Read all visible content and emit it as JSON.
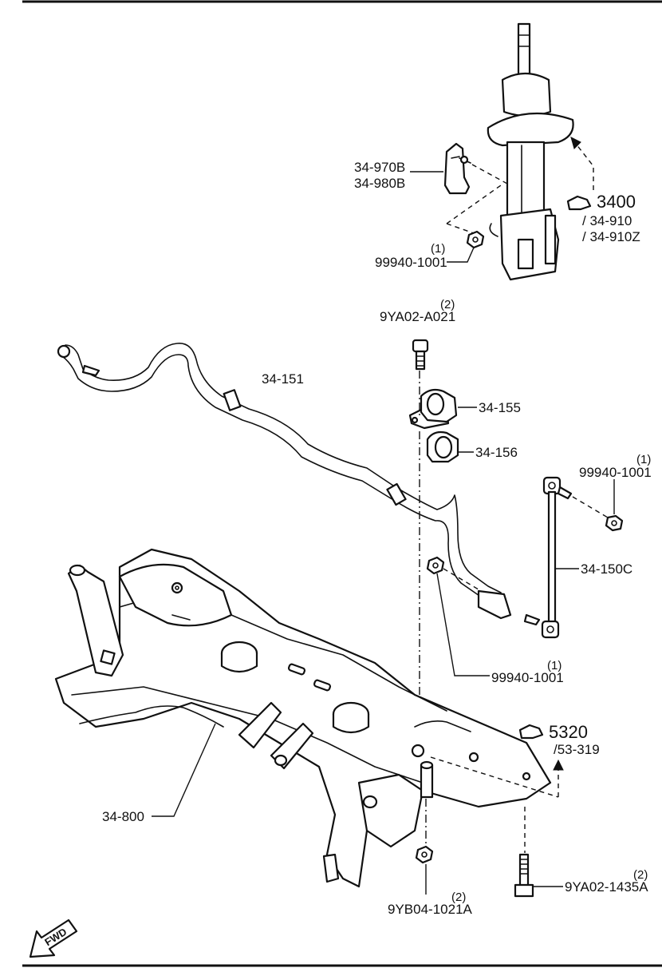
{
  "callouts": {
    "c_34970B": "34-970B",
    "c_34980B": "34-980B",
    "c_3400": "3400",
    "c_34910": "/ 34-910",
    "c_34910Z": "/ 34-910Z",
    "c_99940_top_qty": "(1)",
    "c_99940_top": "99940-1001",
    "c_9YA02A021_qty": "(2)",
    "c_9YA02A021": "9YA02-A021",
    "c_34151": "34-151",
    "c_34155": "34-155",
    "c_34156": "34-156",
    "c_99940_right_qty": "(1)",
    "c_99940_right": "99940-1001",
    "c_34150C": "34-150C",
    "c_99940_mid_qty": "(1)",
    "c_99940_mid": "99940-1001",
    "c_5320": "5320",
    "c_53319": "/53-319",
    "c_34800": "34-800",
    "c_9YB04_qty": "(2)",
    "c_9YB04": "9YB04-1021A",
    "c_9YA021435_qty": "(2)",
    "c_9YA021435": "9YA02-1435A"
  },
  "fwd_label": "FWD",
  "icons": [
    "strut-assembly-icon",
    "stabilizer-bar-icon",
    "bushing-icon",
    "control-link-icon",
    "crossmember-icon",
    "nut-icon",
    "bolt-icon",
    "section-reference-icon",
    "fwd-arrow-icon"
  ]
}
